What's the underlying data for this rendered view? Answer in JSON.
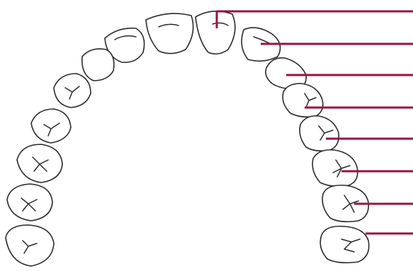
{
  "diagram": {
    "kind": "maxillary dental arch",
    "tooth_count": 16,
    "labeled_tooth_count": 8,
    "label_texts": [],
    "colors": {
      "background": "#ffffff",
      "tooth_outline": "#2a2a2a",
      "tooth_fill": "#ffffff",
      "leader_line": "#9b1142"
    }
  }
}
